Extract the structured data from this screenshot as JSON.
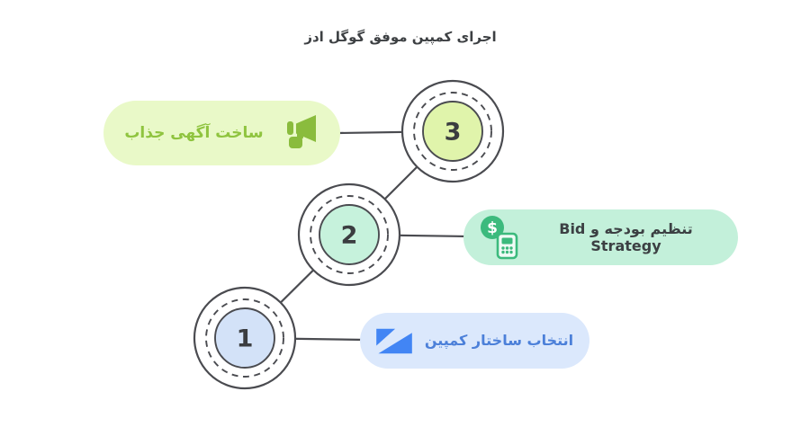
{
  "title": "اجرای کمپین موفق گوگل ادز",
  "steps": [
    {
      "number": "1",
      "label": "انتخاب ساختار کمپین",
      "icon": "campaign-structure-icon",
      "accent": "#4285f4",
      "pill_bg": "#dbe8fc",
      "label_color": "#4c80d9",
      "circle_fill": "#d3e2f8"
    },
    {
      "number": "2",
      "label": "تنظیم بودجه و Bid Strategy",
      "icon": "budget-calculator-icon",
      "icon_symbol": "$",
      "accent": "#3cba7d",
      "pill_bg": "#c3f0da",
      "label_color": "#3c4043",
      "circle_fill": "#c6f2dc"
    },
    {
      "number": "3",
      "label": "ساخت آگهی جذاب",
      "icon": "megaphone-icon",
      "accent": "#8abc3d",
      "pill_bg": "#e9f9c8",
      "label_color": "#8fc43f",
      "circle_fill": "#e0f4ab"
    }
  ],
  "colors": {
    "outline": "#4a4b50",
    "title_text": "#3d4043",
    "background": "#ffffff"
  }
}
